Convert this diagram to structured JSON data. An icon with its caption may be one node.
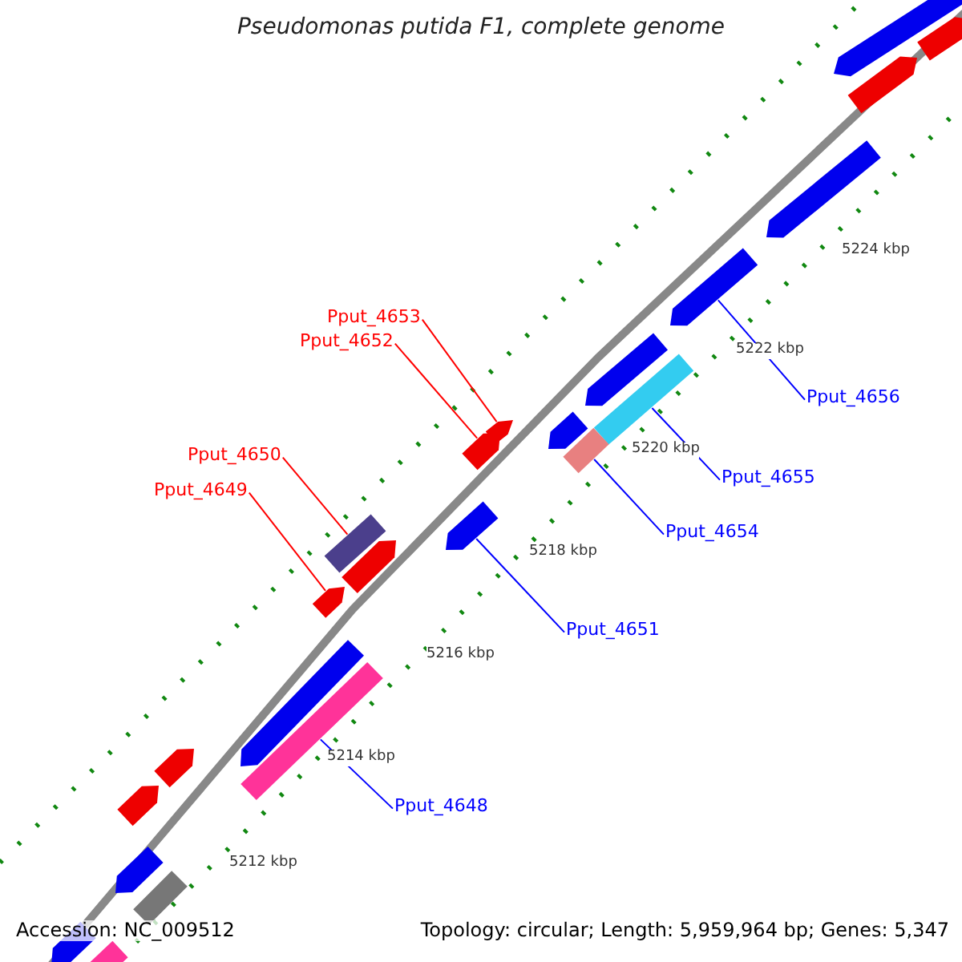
{
  "diagram": {
    "title": "Pseudomonas putida F1, complete genome",
    "nodes": [
      {
        "text": [
          "Pput_4653"
        ]
      },
      {
        "text": [
          "Pput_4652"
        ]
      },
      {
        "text": [
          "Pput_4656"
        ]
      },
      {
        "text": [
          "Pput_4650"
        ]
      },
      {
        "text": [
          "Pput_4655"
        ]
      },
      {
        "text": [
          "Pput_4649"
        ]
      },
      {
        "text": [
          "Pput_4654"
        ]
      },
      {
        "text": [
          "Pput_4651"
        ]
      },
      {
        "text": [
          "Pput_4648"
        ]
      },
      {
        "text": [],
        "shape": "arrow"
      },
      {
        "text": [],
        "shape": "arrow"
      },
      {
        "text": [],
        "shape": "arrow"
      },
      {
        "text": [],
        "shape": "bar"
      },
      {
        "text": [],
        "shape": "bar"
      },
      {
        "text": [],
        "shape": "arrow"
      },
      {
        "text": [],
        "shape": "bar"
      },
      {
        "text": [],
        "shape": "arrow"
      },
      {
        "text": [],
        "shape": "bar"
      },
      {
        "text": [],
        "shape": "arrow"
      },
      {
        "text": [],
        "shape": "arrow"
      },
      {
        "text": [],
        "shape": "arrow"
      },
      {
        "text": [],
        "shape": "arrow"
      },
      {
        "text": [],
        "shape": "arrow"
      },
      {
        "text": [],
        "shape": "arrow"
      },
      {
        "text": [],
        "shape": "arrow"
      },
      {
        "text": [],
        "shape": "arrow"
      },
      {
        "text": [],
        "shape": "arrow"
      },
      {
        "text": [],
        "shape": "arrow"
      },
      {
        "text": [],
        "shape": "arrow"
      },
      {
        "text": [],
        "shape": "bar"
      },
      {
        "text": [],
        "shape": "arrow"
      },
      {
        "text": [],
        "shape": "bar"
      }
    ],
    "edges": [
      {
        "from": 0,
        "to": 9,
        "arrow": "none",
        "color": "#ff0000"
      },
      {
        "from": 1,
        "to": 10,
        "arrow": "none",
        "color": "#ff0000"
      },
      {
        "from": 2,
        "to": 11,
        "arrow": "none"
      },
      {
        "from": 3,
        "to": 12,
        "arrow": "none",
        "color": "#ff0000"
      },
      {
        "from": 4,
        "to": 13,
        "arrow": "none"
      },
      {
        "from": 5,
        "to": 14,
        "arrow": "none",
        "color": "#ff0000"
      },
      {
        "from": 6,
        "to": 15,
        "arrow": "none"
      },
      {
        "from": 7,
        "to": 16,
        "arrow": "none"
      },
      {
        "from": 8,
        "to": 17,
        "arrow": "none"
      }
    ],
    "labels": [
      "5224 kbp",
      "5222 kbp",
      "5220 kbp",
      "5218 kbp",
      "5216 kbp",
      "5214 kbp",
      "5212 kbp",
      "Accession: NC_009512",
      "Topology: circular; Length: 5,959,964 bp; Genes: 5,347"
    ]
  }
}
